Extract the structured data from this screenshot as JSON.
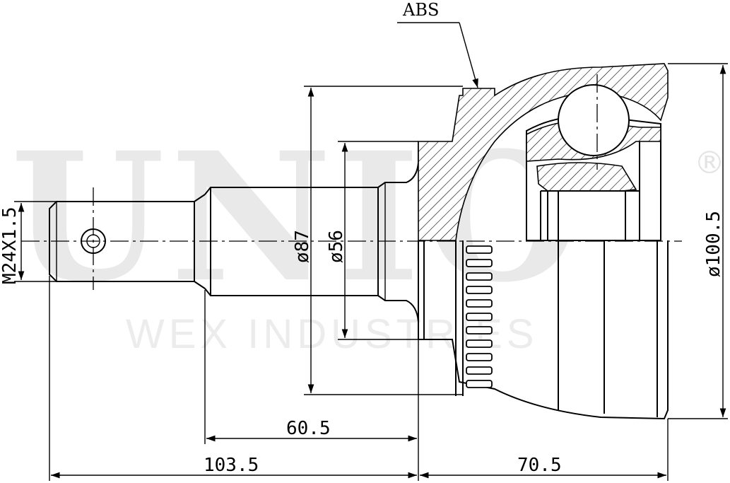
{
  "watermark": {
    "brand": "UNIO",
    "company": "WEX INDUSTRIES",
    "registered": "®"
  },
  "labels": {
    "abs": "ABS"
  },
  "dimensions": {
    "thread": "M24X1.5",
    "dia_87": "ø87",
    "dia_56": "ø56",
    "dia_100_5": "ø100.5",
    "len_60_5": "60.5",
    "len_103_5": "103.5",
    "len_70_5": "70.5"
  }
}
